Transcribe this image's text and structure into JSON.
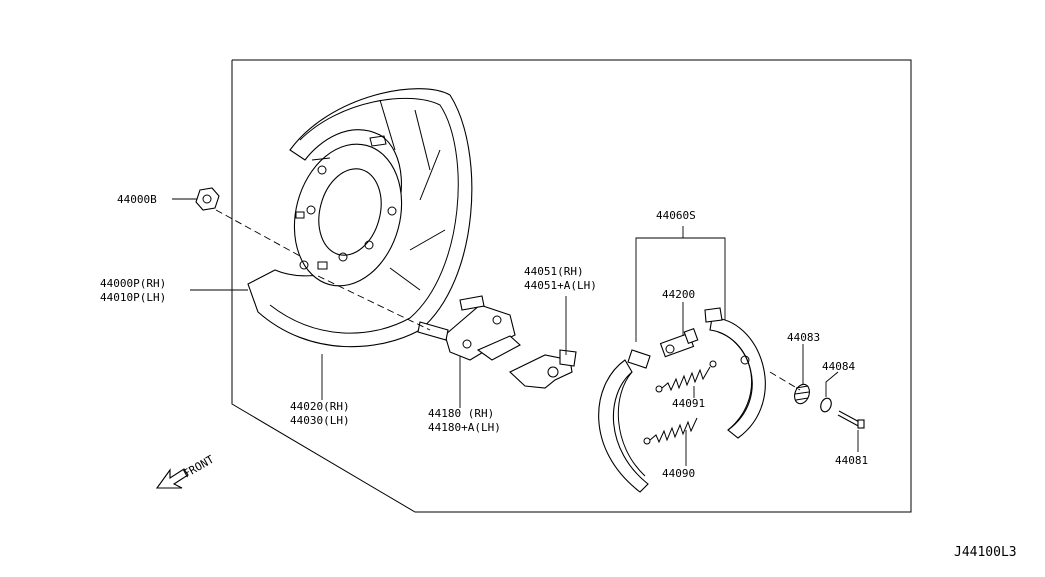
{
  "labels": {
    "nut": "44000B",
    "plate_rh": "44000P(RH)",
    "plate_lh": "44010P(LH)",
    "shield_rh": "44020(RH)",
    "shield_lh": "44030(LH)",
    "lever_rh": "44180 (RH)",
    "lever_lh": "44180+A(LH)",
    "adjuster_rh": "44051(RH)",
    "adjuster_lh": "44051+A(LH)",
    "shoe_set": "44060S",
    "adjuster_assy": "44200",
    "spring_a": "44091",
    "spring_b": "44090",
    "spring_c": "44083",
    "retainer": "44084",
    "pin": "44081",
    "front": "FRONT",
    "code": "J44100L3"
  }
}
